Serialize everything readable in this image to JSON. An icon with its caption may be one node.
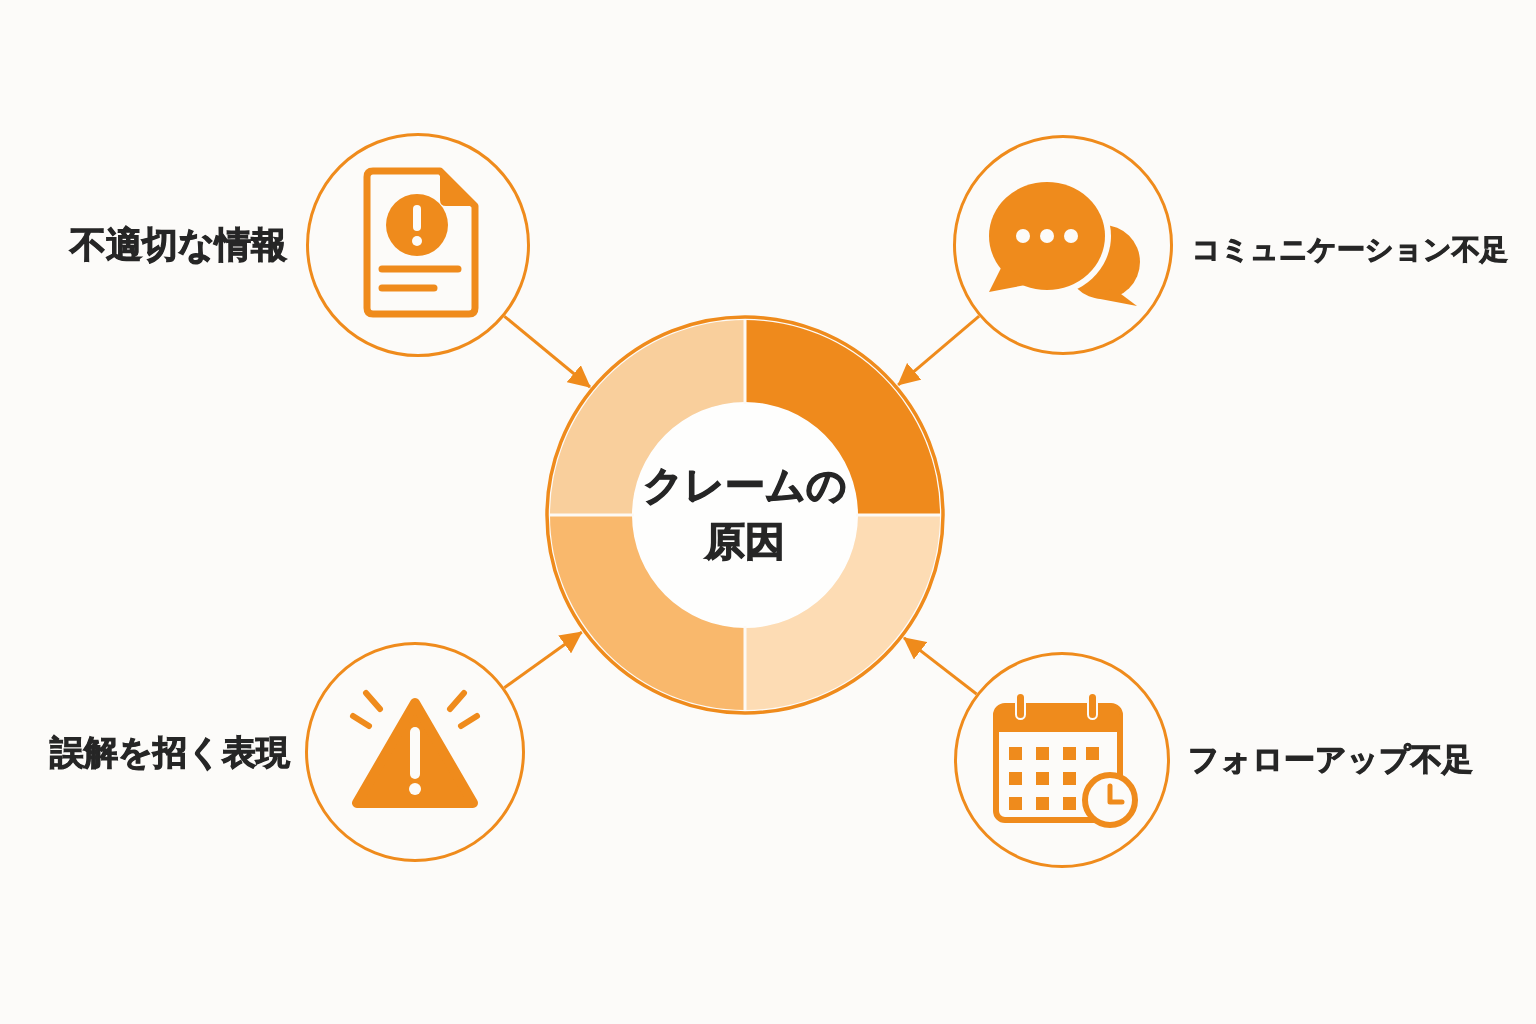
{
  "diagram": {
    "nodes": [
      {
        "text": [],
        "shape": "circle",
        "beside": [
          "不適切な情報"
        ]
      },
      {
        "text": [],
        "shape": "circle",
        "beside": [
          "コミュニケーション不足"
        ]
      },
      {
        "text": [
          "クレームの原因"
        ]
      },
      {
        "text": [],
        "shape": "circle",
        "beside": [
          "誤解を招く表現"
        ]
      },
      {
        "text": [],
        "shape": "circle",
        "beside": [
          "フォローアップ不足"
        ]
      }
    ],
    "edges": [
      {
        "from": 0,
        "to": 2,
        "arrow": "to"
      },
      {
        "from": 1,
        "to": 2,
        "arrow": "to"
      },
      {
        "from": 3,
        "to": 2,
        "arrow": "to"
      },
      {
        "from": 4,
        "to": 2,
        "arrow": "to"
      }
    ]
  }
}
